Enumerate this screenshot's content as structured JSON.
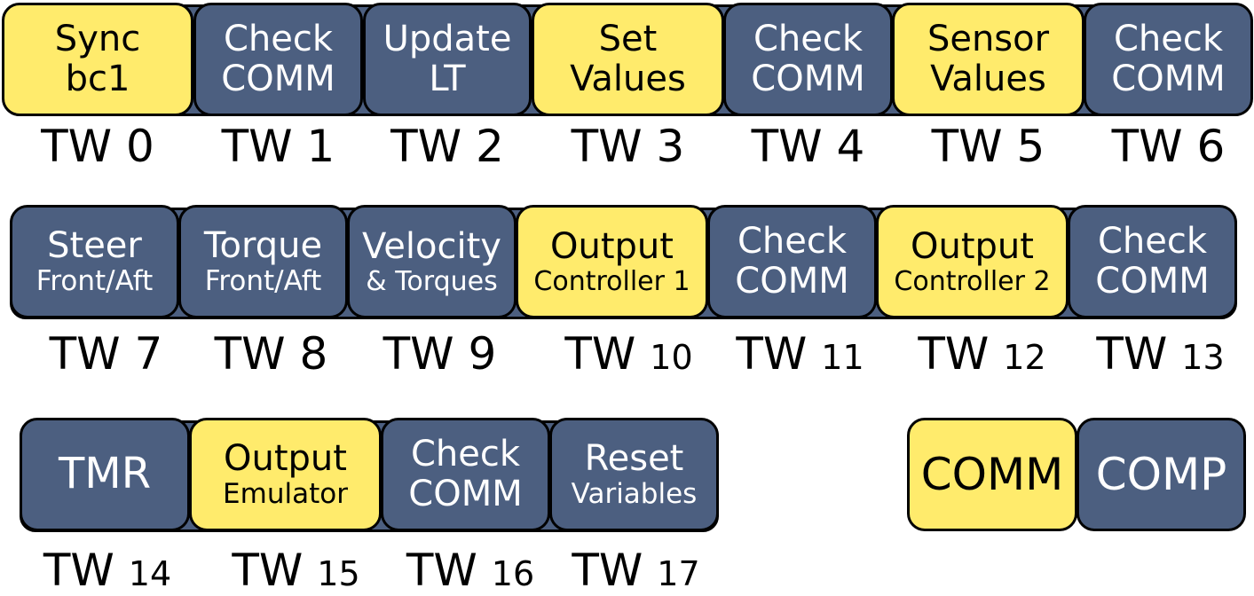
{
  "rows": [
    {
      "boxes": [
        {
          "line1": "Sync",
          "line2": "bc1",
          "kind": "yellow"
        },
        {
          "line1": "Check",
          "line2": "COMM",
          "kind": "blue"
        },
        {
          "line1": "Update",
          "line2": "LT",
          "kind": "blue"
        },
        {
          "line1": "Set",
          "line2": "Values",
          "kind": "yellow"
        },
        {
          "line1": "Check",
          "line2": "COMM",
          "kind": "blue"
        },
        {
          "line1": "Sensor",
          "line2": "Values",
          "kind": "yellow"
        },
        {
          "line1": "Check",
          "line2": "COMM",
          "kind": "blue"
        }
      ],
      "labels": [
        {
          "prefix": "TW",
          "num": "0"
        },
        {
          "prefix": "TW",
          "num": "1"
        },
        {
          "prefix": "TW",
          "num": "2"
        },
        {
          "prefix": "TW",
          "num": "3"
        },
        {
          "prefix": "TW",
          "num": "4"
        },
        {
          "prefix": "TW",
          "num": "5"
        },
        {
          "prefix": "TW",
          "num": "6"
        }
      ]
    },
    {
      "boxes": [
        {
          "line1": "Steer",
          "line2": "Front/Aft",
          "kind": "blue"
        },
        {
          "line1": "Torque",
          "line2": "Front/Aft",
          "kind": "blue"
        },
        {
          "line1": "Velocity",
          "line2": "& Torques",
          "kind": "blue"
        },
        {
          "line1": "Output",
          "line2": "Controller 1",
          "kind": "yellow"
        },
        {
          "line1": "Check",
          "line2": "COMM",
          "kind": "blue"
        },
        {
          "line1": "Output",
          "line2": "Controller 2",
          "kind": "yellow"
        },
        {
          "line1": "Check",
          "line2": "COMM",
          "kind": "blue"
        }
      ],
      "labels": [
        {
          "prefix": "TW",
          "num": "7"
        },
        {
          "prefix": "TW",
          "num": "8"
        },
        {
          "prefix": "TW",
          "num": "9"
        },
        {
          "prefix": "TW",
          "num": "10"
        },
        {
          "prefix": "TW",
          "num": "11"
        },
        {
          "prefix": "TW",
          "num": "12"
        },
        {
          "prefix": "TW",
          "num": "13"
        }
      ]
    },
    {
      "boxes": [
        {
          "line1": "TMR",
          "line2": "",
          "kind": "blue"
        },
        {
          "line1": "Output",
          "line2": "Emulator",
          "kind": "yellow"
        },
        {
          "line1": "Check",
          "line2": "COMM",
          "kind": "blue"
        },
        {
          "line1": "Reset",
          "line2": "Variables",
          "kind": "blue"
        }
      ],
      "labels": [
        {
          "prefix": "TW",
          "num": "14"
        },
        {
          "prefix": "TW",
          "num": "15"
        },
        {
          "prefix": "TW",
          "num": "16"
        },
        {
          "prefix": "TW",
          "num": "17"
        }
      ]
    }
  ],
  "legend": [
    {
      "label": "COMM",
      "kind": "yellow"
    },
    {
      "label": "COMP",
      "kind": "blue"
    }
  ],
  "colors": {
    "yellow": "#ffeb6c",
    "blue": "#4c5f80"
  }
}
